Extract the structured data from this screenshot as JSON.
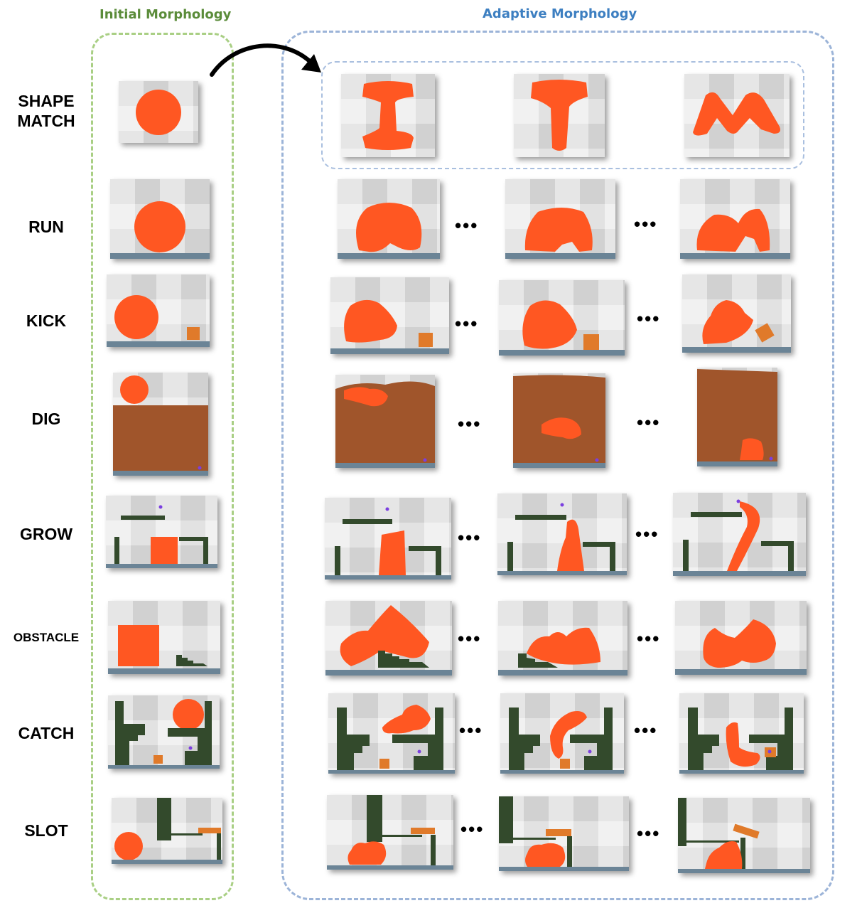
{
  "headers": {
    "initial": "Initial Morphology",
    "adaptive": "Adaptive Morphology"
  },
  "ellipsis": "•••",
  "rows": [
    {
      "id": "shape_match",
      "label_line1": "SHAPE",
      "label_line2": "MATCH"
    },
    {
      "id": "run",
      "label": "RUN"
    },
    {
      "id": "kick",
      "label": "KICK"
    },
    {
      "id": "dig",
      "label": "DIG"
    },
    {
      "id": "grow",
      "label": "GROW"
    },
    {
      "id": "obstacle",
      "label": "OBSTACLE"
    },
    {
      "id": "catch",
      "label": "CATCH"
    },
    {
      "id": "slot",
      "label": "SLOT"
    }
  ],
  "colors": {
    "robot": "#ff5722",
    "ground": "#6b8496",
    "box": "#e07a2a",
    "wall": "#334a2c",
    "soil": "#a0552b",
    "target": "#7b3fe0",
    "initial_border": "#a9cf84",
    "adaptive_border": "#9cb4d8",
    "initial_title": "#5b8c3a",
    "adaptive_title": "#3d7fc1"
  }
}
